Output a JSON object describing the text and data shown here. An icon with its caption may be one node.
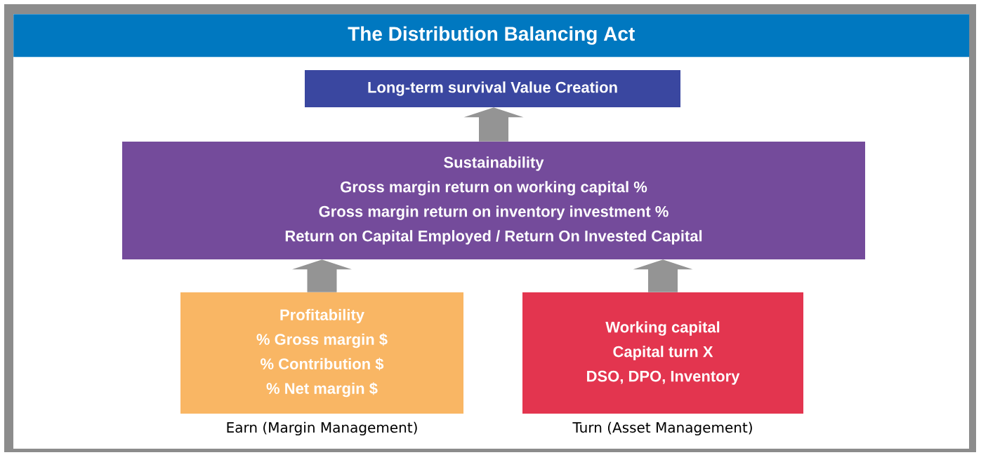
{
  "diagram": {
    "title": "The Distribution Balancing Act",
    "nodes": [
      {
        "text": [
          "Long-term survival Value Creation"
        ]
      },
      {
        "text": [
          "Sustainability",
          "Gross margin return on working capital %",
          "Gross margin return on inventory investment %",
          "Return on Capital Employed / Return On Invested Capital"
        ]
      },
      {
        "text": [
          "Profitability",
          "% Gross margin $",
          "% Contribution $",
          "% Net margin $"
        ],
        "beside": [
          "Earn (Margin Management)"
        ]
      },
      {
        "text": [
          "Working capital",
          "Capital turn X",
          "DSO, DPO, Inventory"
        ],
        "beside": [
          "Turn (Asset Management)"
        ]
      }
    ],
    "edges": [
      {
        "from": 1,
        "to": 0,
        "arrow": "to"
      },
      {
        "from": 2,
        "to": 1,
        "arrow": "to"
      },
      {
        "from": 3,
        "to": 1,
        "arrow": "to"
      }
    ]
  }
}
